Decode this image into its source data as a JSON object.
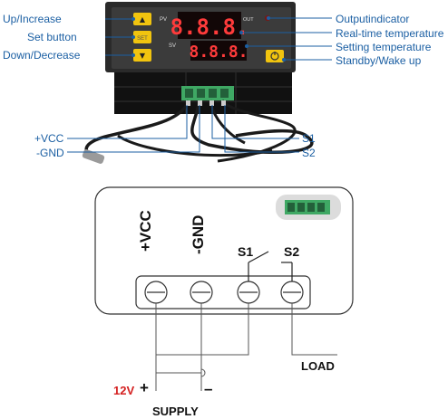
{
  "device": {
    "pv_label": "PV",
    "sv_label": "SV",
    "out_label": "OUT",
    "pv_display": "8.8.8.",
    "sv_display": "8.8.8.",
    "set_button_text": "SET"
  },
  "callouts": {
    "up_increase": "Up/Increase",
    "set_button": "Set button",
    "down_decrease": "Down/Decrease",
    "output_indicator": "Outputindicator",
    "real_time_temp": "Real-time temperature",
    "setting_temp": "Setting temperature",
    "standby": "Standby/Wake up",
    "vcc": "+VCC",
    "gnd": "-GND",
    "s1": "S1",
    "s2": "S2"
  },
  "wiring": {
    "vcc": "+VCC",
    "gnd": "-GND",
    "s1": "S1",
    "s2": "S2",
    "load": "LOAD",
    "voltage": "12V",
    "plus": "+",
    "minus": "–",
    "supply": "SUPPLY"
  },
  "colors": {
    "callout_text": "#1b5fa3",
    "display_red": "#ff3b3b",
    "button_yellow": "#f1c40f",
    "terminal_green": "#3fa864",
    "voltage_red": "#d42020"
  }
}
